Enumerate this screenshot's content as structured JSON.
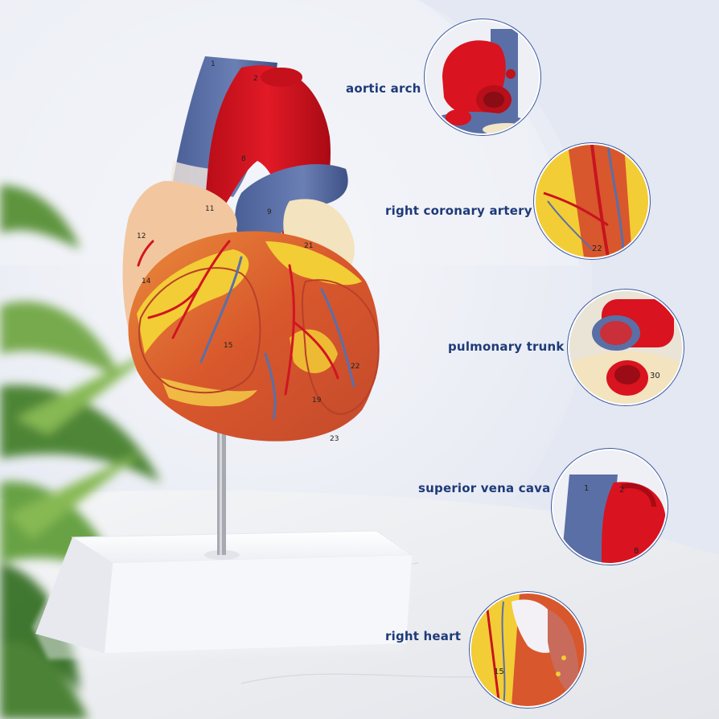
{
  "callouts": [
    {
      "label": "aortic arch"
    },
    {
      "label": "right coronary artery"
    },
    {
      "label": "pulmonary trunk"
    },
    {
      "label": "superior vena cava"
    },
    {
      "label": "right heart"
    }
  ],
  "model_numbers": {
    "n1": "1",
    "n2": "2",
    "n8": "8",
    "n9": "9",
    "n11": "11",
    "n12": "12",
    "n14": "14",
    "n15": "15",
    "n19": "19",
    "n21": "21",
    "n22": "22",
    "n23": "23",
    "n30": "30"
  },
  "colors": {
    "label_text": "#1e3a78",
    "circle_border": "#3c5aa0",
    "vein_blue": "#5c72a8",
    "artery_red": "#d9131f",
    "muscle_orange": "#e07a3a",
    "fat_yellow": "#f2d23a"
  }
}
